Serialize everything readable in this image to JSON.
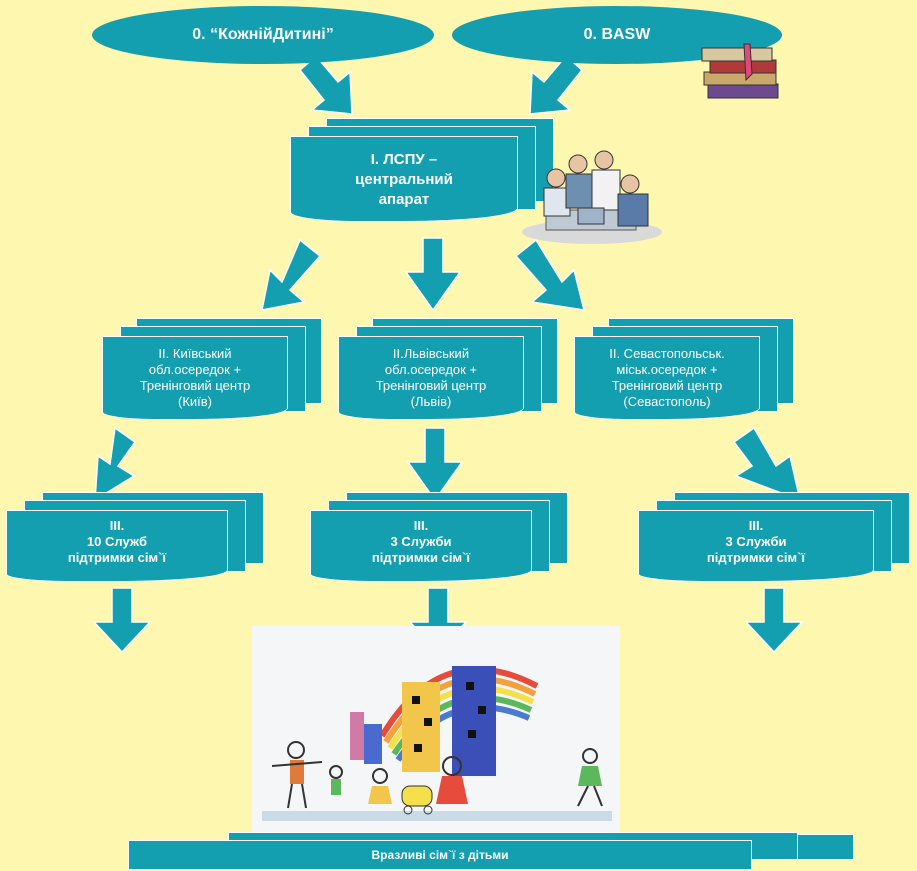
{
  "colors": {
    "background": "#fdf7b0",
    "box": "#139fb0",
    "text": "#ffffff",
    "arrow": "#139fb0"
  },
  "top": {
    "left_org": "0. “КожнійДитині”",
    "right_org": "0. BASW"
  },
  "central": {
    "line1": "I. ЛСПУ –",
    "line2": "центральний",
    "line3": "апарат"
  },
  "regional": [
    {
      "line1": "II. Київський",
      "line2": "обл.осередок +",
      "line3": "Тренінговий центр",
      "line4": "(Київ)"
    },
    {
      "line1": "II.Львівський",
      "line2": "обл.осередок +",
      "line3": "Тренінговий центр",
      "line4": "(Львів)"
    },
    {
      "line1": "II. Севастопольськ.",
      "line2": "міськ.осередок +",
      "line3": "Тренінговий центр",
      "line4": "(Севастополь)"
    }
  ],
  "services": [
    {
      "line1": "III.",
      "line2": "10 Служб",
      "line3": "підтримки сім`ї"
    },
    {
      "line1": "III.",
      "line2": "3 Служби",
      "line3": "підтримки сім`ї"
    },
    {
      "line1": "III.",
      "line2": "3 Служби",
      "line3": "підтримки сім`ї"
    }
  ],
  "bottom_label": "Вразливі сім`ї з дітьми",
  "images": [
    "books-clipart",
    "team-at-laptop-clipart",
    "childrens-drawing-rainbow-family"
  ]
}
